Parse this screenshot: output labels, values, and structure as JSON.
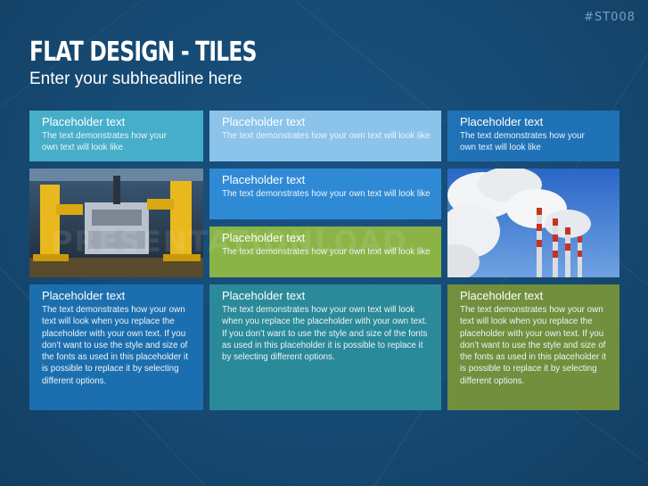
{
  "slide": {
    "code": "#ST008",
    "title": "FLAT DESIGN - TILES",
    "subtitle": "Enter your subheadline here",
    "watermark": "PRESENTATIONLOAD"
  },
  "tiles": [
    {
      "heading": "Placeholder text",
      "body": "The text demonstrates how your own text will look like",
      "color": "#46aec9"
    },
    {
      "heading": "Placeholder text",
      "body": "The text demonstrates how your own text will look like",
      "color": "#8cc3ea"
    },
    {
      "heading": "Placeholder text",
      "body": "The text demonstrates how your own text will look like",
      "color": "#1f72b6"
    },
    {
      "heading": "Placeholder text",
      "body": "The text demonstrates how your own text will look like",
      "color": "#2f8ad6"
    },
    {
      "heading": "Placeholder text",
      "body": "The text demonstrates how your own text will look like",
      "color": "#8ab446"
    },
    {
      "heading": "Placeholder text",
      "body": "The text demonstrates how your own text will look when you replace the placeholder with your own text. If you don’t want to use the style and size of the fonts as used in this placeholder it is possible to replace it by selecting different options.",
      "color": "#1c6faf"
    },
    {
      "heading": "Placeholder text",
      "body": "The text demonstrates how your own text will look when you replace the placeholder with your own text. If you don’t want to use the style and size of the fonts as used in this placeholder it is possible to replace it by selecting different options.",
      "color": "#2a8a99"
    },
    {
      "heading": "Placeholder text",
      "body": "The text demonstrates how your own text will look when you replace the placeholder with your own text. If you don’t want to use the style and size of the fonts as used in this placeholder it is possible to replace it by selecting different options.",
      "color": "#718f3c"
    }
  ],
  "images": {
    "factory": "factory-robots-photo",
    "chimneys": "smokestack-photo"
  }
}
